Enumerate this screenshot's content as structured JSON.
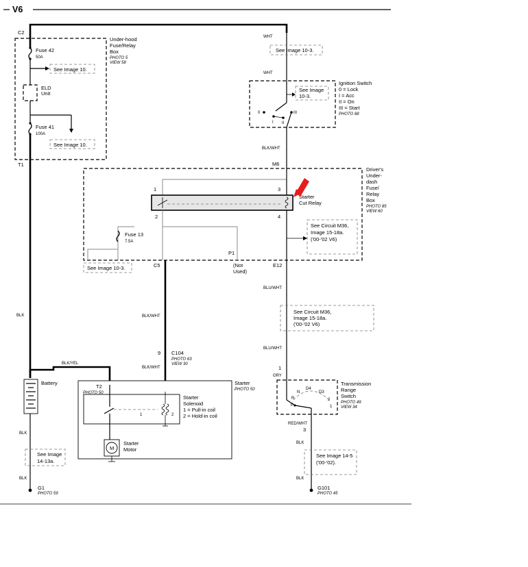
{
  "title": "V6",
  "underhood": {
    "connector_top": "C2",
    "name": [
      "Under-hood",
      "Fuse/Relay",
      "Box"
    ],
    "photo": "PHOTO 5",
    "view": "VIEW 58",
    "fuse42": "Fuse 42",
    "fuse42_amp": "50A",
    "ref1": "See Image 10.",
    "eld": [
      "ELD",
      "Unit"
    ],
    "fuse41": "Fuse 41",
    "fuse41_amp": "100A",
    "ref2": "See Image 10.",
    "connector_bottom": "T1"
  },
  "wht_top": "WHT",
  "ref_top": "See Image 10-3.",
  "wht_mid": "WHT",
  "ignition": {
    "name": "Ignition Switch",
    "photo": "PHOTO 88",
    "ref": [
      "See Image",
      "10-3."
    ],
    "legend": [
      "0  = Lock",
      "I   = Acc",
      "II  = On",
      "III = Start"
    ],
    "pos0": "0",
    "posI": "I",
    "posII": "II",
    "posIII": "III"
  },
  "blk_wht_1": "BLK/WHT",
  "drivers_box": {
    "connector_top": "M6",
    "name": [
      "Driver's",
      "Under-",
      "dash",
      "Fuse/",
      "Relay",
      "Box"
    ],
    "photo": "PHOTO 85",
    "view": "VIEW 60",
    "relay_name": [
      "Starter",
      "Cut Relay"
    ],
    "pin1": "1",
    "pin2": "2",
    "pin3": "3",
    "pin4": "4",
    "fuse13": "Fuse 13",
    "fuse13_amp": "7.5A",
    "circuit_ref": [
      "See Circuit M36,",
      "Image 15-18a.",
      "('00-'02 V6)"
    ],
    "p1": "P1",
    "not_used": [
      "(Not",
      "Used)"
    ],
    "c5": "C5",
    "e12": "E12",
    "ref_bottom": "See Image 10-3."
  },
  "left_wire": "BLK",
  "blk_yel": "BLK/YEL",
  "blk_wht_2": "BLK/WHT",
  "c104": {
    "pin": "9",
    "name": "C104",
    "photo": "PHOTO 63",
    "view": "VIEW 30"
  },
  "blk_wht_3": "BLK/WHT",
  "blu_wht_1": "BLU/WHT",
  "circuit_ref2": [
    "See Circuit M36,",
    "Image 15-18a.",
    "('00-'02 V6)"
  ],
  "blu_wht_2": "BLU/WHT",
  "battery": "Battery",
  "starter": {
    "name": "Starter",
    "photo": "PHOTO 50",
    "t2": "T2",
    "t2_photo": "PHOTO 50",
    "solenoid": [
      "Starter",
      "Solenoid",
      "1 =  Pull-in coil",
      "2 =  Hold-in coil"
    ],
    "coil1": "1",
    "coil2": "2",
    "motor": [
      "Starter",
      "Motor"
    ],
    "motor_symbol": "M"
  },
  "trs": {
    "pin_top": "1",
    "wire_top": "GRY",
    "name": [
      "Transmission",
      "Range",
      "Switch"
    ],
    "photo": "PHOTO 49",
    "view": "VIEW 34",
    "positions": {
      "N": "N",
      "D4": "D4",
      "D3": "D3",
      "R": "R",
      "P": "P",
      "two": "2",
      "one": "1"
    },
    "wire_bottom": "RED/WHT",
    "pin_bottom": "3"
  },
  "blk_right_1": "BLK",
  "ref_right": [
    "See Image 14-5",
    "('00-'02)."
  ],
  "blk_right_2": "BLK",
  "g101": {
    "name": "G101",
    "photo": "PHOTO 45"
  },
  "blk_left_1": "BLK",
  "ref_left": [
    "See Image",
    "14-13a."
  ],
  "blk_left_2": "BLK",
  "g1": {
    "name": "G1",
    "photo": "PHOTO 59"
  },
  "colors": {
    "pointer": "#e41e1e"
  }
}
